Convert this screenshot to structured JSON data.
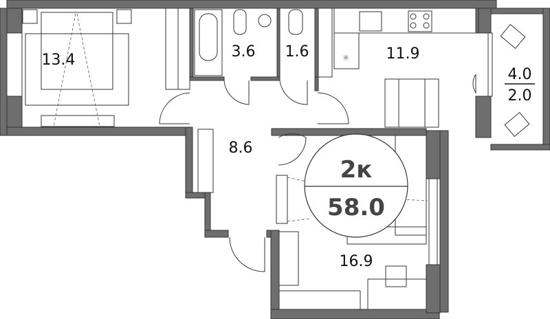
{
  "plan": {
    "rooms_count_label": "2к",
    "total_area": "58.0",
    "rooms": [
      {
        "name": "bedroom",
        "area": "13.4"
      },
      {
        "name": "bathroom",
        "area": "3.6"
      },
      {
        "name": "toilet",
        "area": "1.6"
      },
      {
        "name": "kitchen",
        "area": "11.9"
      },
      {
        "name": "hallway",
        "area": "8.6"
      },
      {
        "name": "living-room",
        "area": "16.9"
      }
    ],
    "balcony": {
      "area_total": "4.0",
      "area_reduced": "2.0"
    }
  },
  "colors": {
    "wall": "#6e6e6e",
    "line": "#333333"
  }
}
